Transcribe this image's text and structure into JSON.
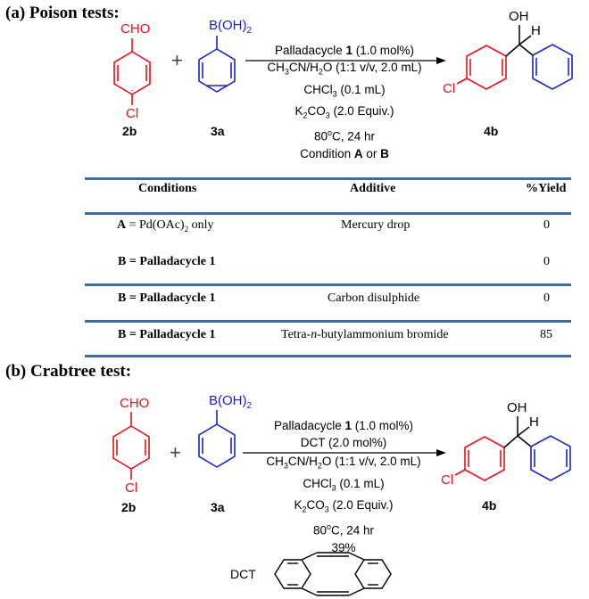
{
  "section_a": {
    "heading": "(a) Poison tests:",
    "reagent1_group": "CHO",
    "reagent1_substituent": "Cl",
    "reagent1_label": "2b",
    "plus": "+",
    "reagent2_group": "B(OH)",
    "reagent2_group_sub": "2",
    "reagent2_label": "3a",
    "product_oh": "OH",
    "product_h": "H",
    "product_cl": "Cl",
    "product_label": "4b",
    "conditions": {
      "l1_pre": "Palladacycle ",
      "l1_bold": "1",
      "l1_post": " (1.0 mol%)",
      "l2_a": "CH",
      "l2_s1": "3",
      "l2_b": "CN/H",
      "l2_s2": "2",
      "l2_c": "O (1:1 v/v, 2.0 mL)",
      "l3_a": "CHCl",
      "l3_s": "3",
      "l3_b": " (0.1 mL)",
      "l4_a": "K",
      "l4_s1": "2",
      "l4_b": "CO",
      "l4_s2": "3",
      "l4_c": " (2.0 Equiv.)",
      "l5_a": "80",
      "l5_sup": "o",
      "l5_b": "C, 24 hr",
      "l6_pre": "Condition ",
      "l6_a": "A",
      "l6_mid": " or ",
      "l6_b": "B"
    }
  },
  "table": {
    "headers": [
      "Conditions",
      "Additive",
      "%Yield"
    ],
    "rows": [
      {
        "cond_bold": "A",
        "cond_rest": " = Pd(OAc)",
        "cond_sub": "2",
        "cond_tail": " only",
        "additive": "Mercury drop",
        "yield": "0"
      },
      {
        "cond_bold": "B = Palladacycle 1",
        "additive": "",
        "yield": "0"
      },
      {
        "cond_bold": "B = Palladacycle 1",
        "additive": "Carbon disulphide",
        "yield": "0"
      },
      {
        "cond_bold": "B = Palladacycle 1",
        "additive_a": "Tetra-",
        "additive_i": "n",
        "additive_b": "-butylammonium bromide",
        "yield": "85"
      }
    ]
  },
  "section_b": {
    "heading": "(b) Crabtree test:",
    "conditions": {
      "l1_pre": "Palladacycle ",
      "l1_bold": "1",
      "l1_post": " (1.0 mol%)",
      "l2": "DCT (2.0 mol%)",
      "yield": "39%"
    },
    "dct_label": "DCT"
  },
  "colors": {
    "red": "#e8101b",
    "blue": "#1c24c8",
    "rule": "#3d6ca3"
  }
}
